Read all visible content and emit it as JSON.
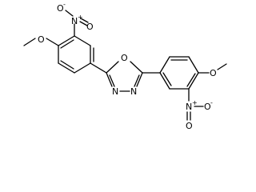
{
  "structure": {
    "atoms": {
      "o_left": "O",
      "n_nitro_left": "N",
      "n_nitro_left_charge": "+",
      "o_nitro_left_top": "O",
      "o_nitro_left_top_charge": "-",
      "o_nitro_left_right": "O",
      "o_oxadiazole": "O",
      "n_oxadiazole_left": "N",
      "n_oxadiazole_right": "N",
      "o_right": "O",
      "n_nitro_right": "N",
      "n_nitro_right_charge": "+",
      "o_nitro_right_right": "O",
      "o_nitro_right_right_charge": "-",
      "o_nitro_right_bottom": "O"
    }
  }
}
